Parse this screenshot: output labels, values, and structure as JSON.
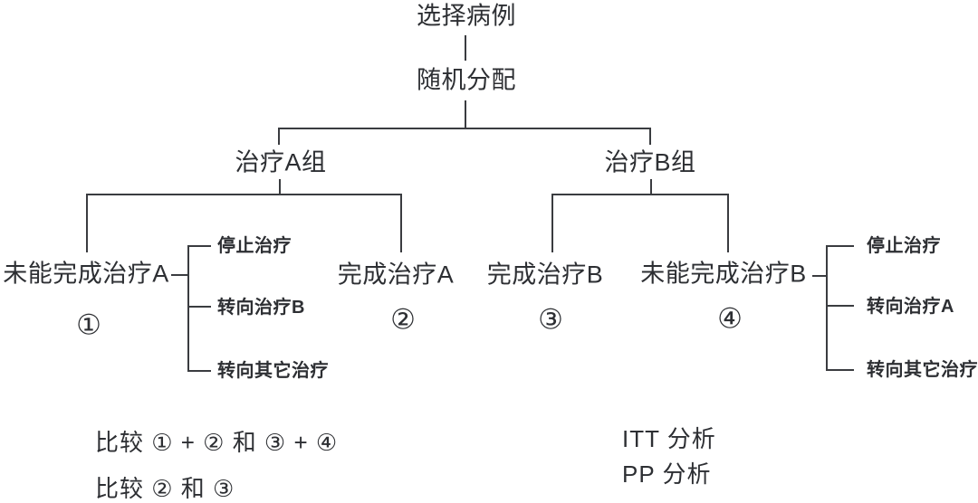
{
  "diagram": {
    "nodes": {
      "select_cases": "选择病例",
      "randomize": "随机分配",
      "group_a": "治疗A组",
      "group_b": "治疗B组",
      "a_incomplete": "未能完成治疗A",
      "a_complete": "完成治疗A",
      "b_complete": "完成治疗B",
      "b_incomplete": "未能完成治疗B",
      "label_1": "①",
      "label_2": "②",
      "label_3": "③",
      "label_4": "④"
    },
    "bracket_a": [
      "停止治疗",
      "转向治疗B",
      "转向其它治疗"
    ],
    "bracket_b": [
      "停止治疗",
      "转向治疗A",
      "转向其它治疗"
    ],
    "footer": {
      "compare_itt": "比较 ① + ② 和 ③ + ④",
      "compare_pp": "比较 ② 和 ③",
      "itt_label": "ITT 分析",
      "pp_label": "PP 分析"
    },
    "colors": {
      "text": "#2d2f33",
      "line": "#3a3c40",
      "background": "#ffffff"
    }
  }
}
